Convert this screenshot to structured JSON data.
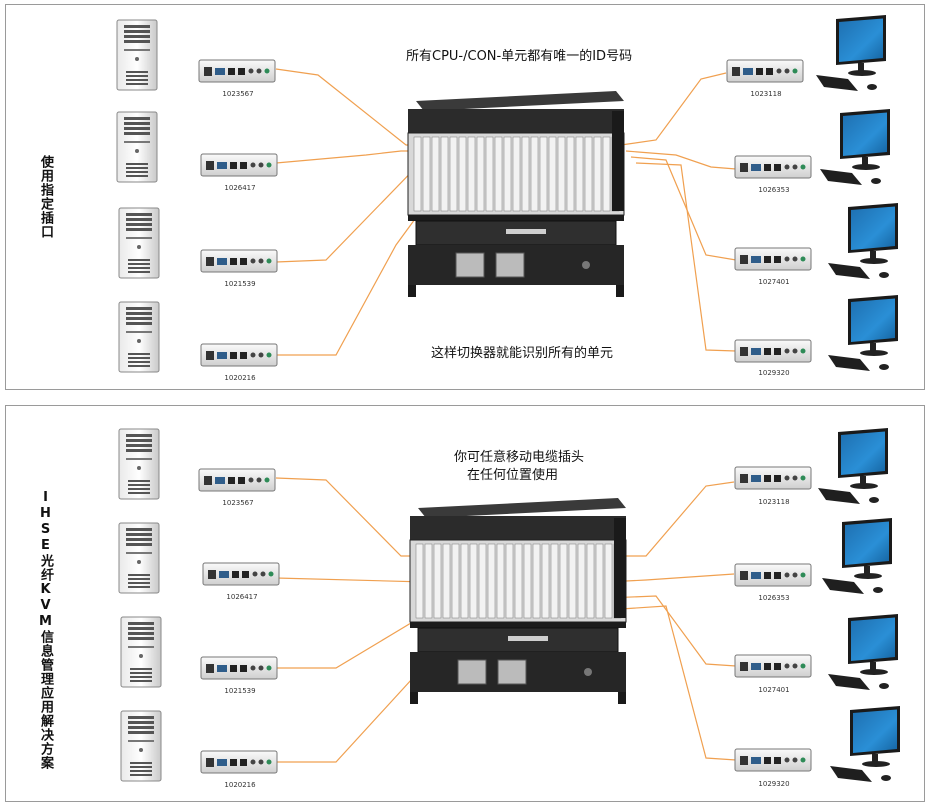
{
  "top_panel": {
    "side_label": "使用指定插口",
    "caption_main": "所有CPU-/CON-单元都有唯一的ID号码",
    "caption_bottom": "这样切换器就能识别所有的单元",
    "left_ids": [
      "1023567",
      "1026417",
      "1021539",
      "1020216"
    ],
    "right_ids": [
      "1023118",
      "1026353",
      "1027401",
      "1029320"
    ]
  },
  "bottom_panel": {
    "side_label": "IHSE光纤KVM信息管理应用解决方案",
    "caption_line1": "你可任意移动电缆插头",
    "caption_line2": "在任何位置使用",
    "left_ids": [
      "1023567",
      "1026417",
      "1021539",
      "1020216"
    ],
    "right_ids": [
      "1023118",
      "1026353",
      "1027401",
      "1029320"
    ]
  },
  "colors": {
    "cable": "#f0a050",
    "frame": "#9a9a9a",
    "chassis": "#2b2b2b"
  }
}
